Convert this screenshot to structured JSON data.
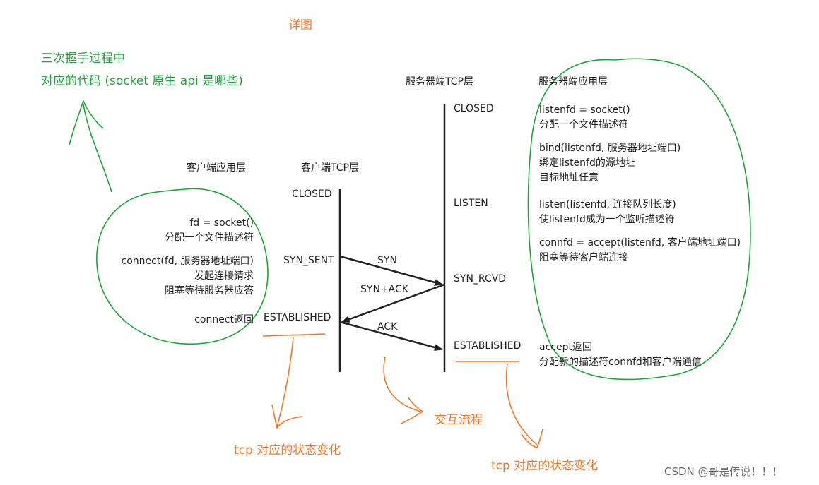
{
  "annotations": {
    "detail": "详图",
    "green_line1": "三次握手过程中",
    "green_line2": "对应的代码 (socket 原生 api 是哪些)",
    "tcp_state_left": "tcp 对应的状态变化",
    "interaction": "交互流程",
    "tcp_state_right": "tcp 对应的状态变化",
    "watermark": "CSDN @哥是传说！！！"
  },
  "headers": {
    "client_app": "客户端应用层",
    "client_tcp": "客户端TCP层",
    "server_tcp": "服务器端TCP层",
    "server_app": "服务器端应用层"
  },
  "client_states": {
    "closed": "CLOSED",
    "syn_sent": "SYN_SENT",
    "established": "ESTABLISHED"
  },
  "server_states": {
    "closed": "CLOSED",
    "listen": "LISTEN",
    "syn_rcvd": "SYN_RCVD",
    "established": "ESTABLISHED"
  },
  "messages": {
    "syn": "SYN",
    "synack": "SYN+ACK",
    "ack": "ACK"
  },
  "client_code": {
    "socket_line1": "fd = socket()",
    "socket_line2": "分配一个文件描述符",
    "connect_line1": "connect(fd, 服务器地址端口)",
    "connect_line2": "发起连接请求",
    "connect_line3": "阻塞等待服务器应答",
    "connect_return": "connect返回"
  },
  "server_code": {
    "socket_line1": "listenfd = socket()",
    "socket_line2": "分配一个文件描述符",
    "bind_line1": "bind(listenfd, 服务器地址端口)",
    "bind_line2": "绑定listenfd的源地址",
    "bind_line3": "目标地址任意",
    "listen_line1": "listen(listenfd, 连接队列长度)",
    "listen_line2": "使listenfd成为一个监听描述符",
    "accept_line1": "connfd = accept(listenfd, 客户端地址端口)",
    "accept_line2": "阻塞等待客户端连接",
    "accept_ret_line1": "accept返回",
    "accept_ret_line2": "分配新的描述符connfd和客户端通信"
  },
  "colors": {
    "orange": "#f0782a",
    "green": "#1ea33a",
    "ink": "#222222"
  }
}
